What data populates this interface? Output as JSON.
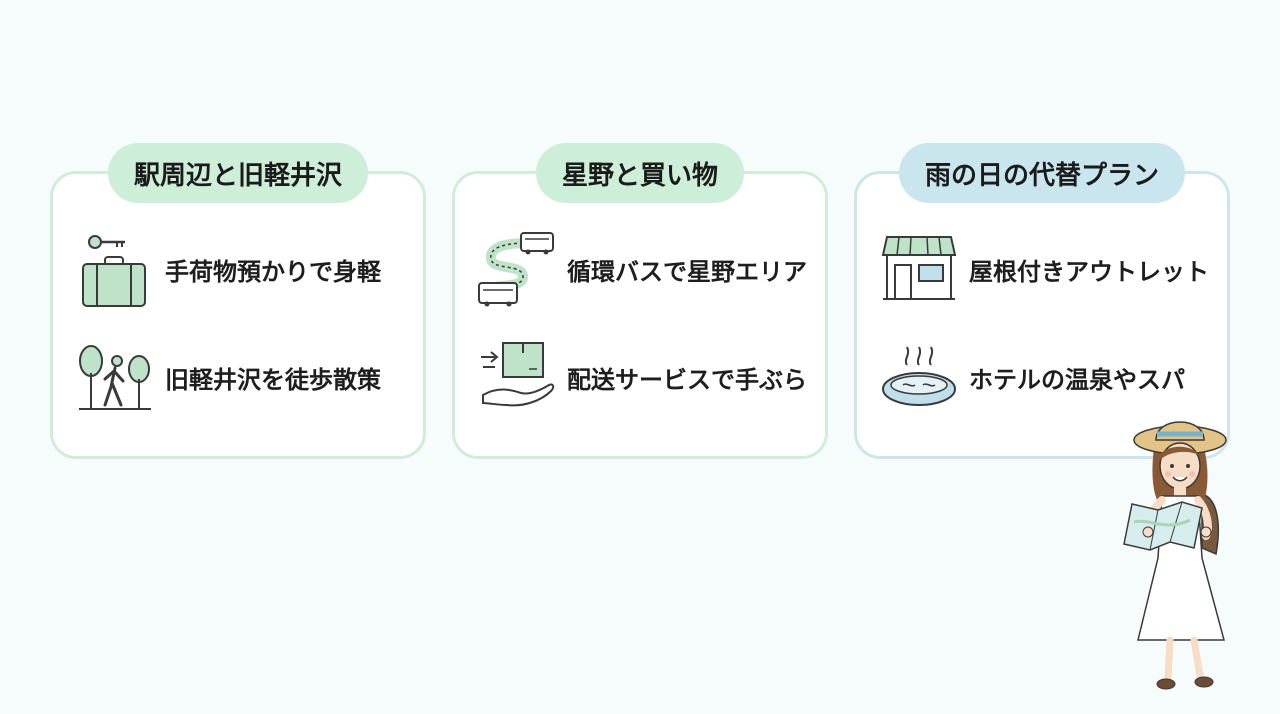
{
  "cards": [
    {
      "title": "駅周辺と旧軽井沢",
      "items": [
        {
          "label": "手荷物預かりで身軽",
          "icon": "luggage-key-icon"
        },
        {
          "label": "旧軽井沢を徒歩散策",
          "icon": "walking-trees-icon"
        }
      ]
    },
    {
      "title": "星野と買い物",
      "items": [
        {
          "label": "循環バスで星野エリア",
          "icon": "loop-bus-icon"
        },
        {
          "label": "配送サービスで手ぶら",
          "icon": "delivery-box-hand-icon"
        }
      ]
    },
    {
      "title": "雨の日の代替プラン",
      "items": [
        {
          "label": "屋根付きアウトレット",
          "icon": "covered-shop-icon"
        },
        {
          "label": "ホテルの温泉やスパ",
          "icon": "hot-spring-icon"
        }
      ]
    }
  ],
  "colors": {
    "green_accent": "#cdeed8",
    "blue_accent": "#c9e6ef",
    "icon_green": "#bfe3c8",
    "icon_blue": "#bfe0ea",
    "stroke": "#3a3a3a"
  }
}
